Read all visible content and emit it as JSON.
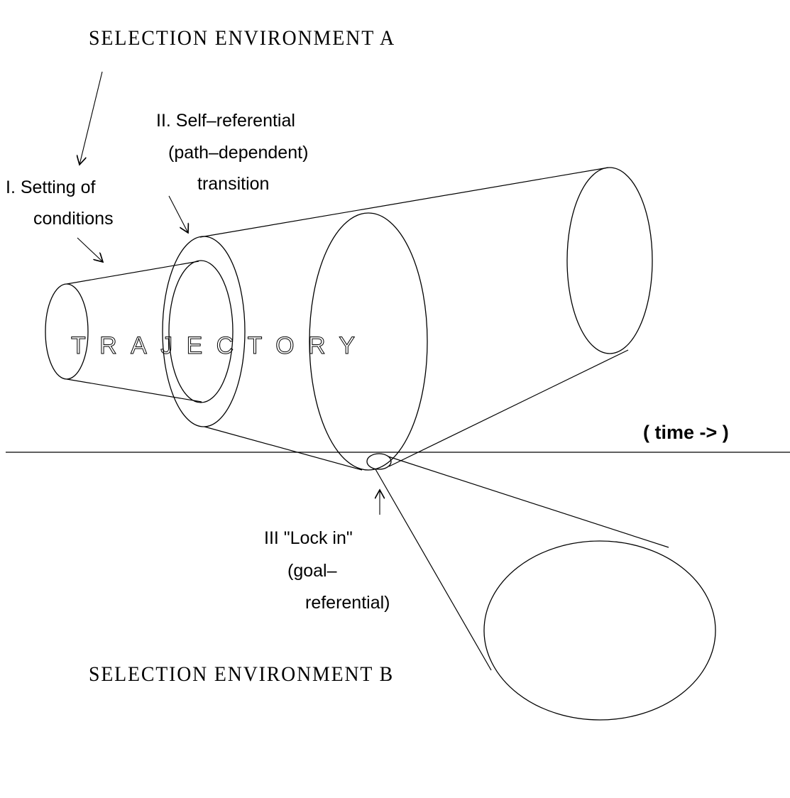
{
  "diagram": {
    "env_a": "SELECTION ENVIRONMENT A",
    "env_b": "SELECTION ENVIRONMENT B",
    "stage1": [
      "I. Setting of",
      "conditions"
    ],
    "stage2": [
      "II. Self–referential",
      "(path–dependent)",
      "transition"
    ],
    "stage3": [
      "III \"Lock in\"",
      "(goal–",
      "referential)"
    ],
    "trajectory": "TRAJECTORY",
    "time_axis": "( time -> )"
  }
}
